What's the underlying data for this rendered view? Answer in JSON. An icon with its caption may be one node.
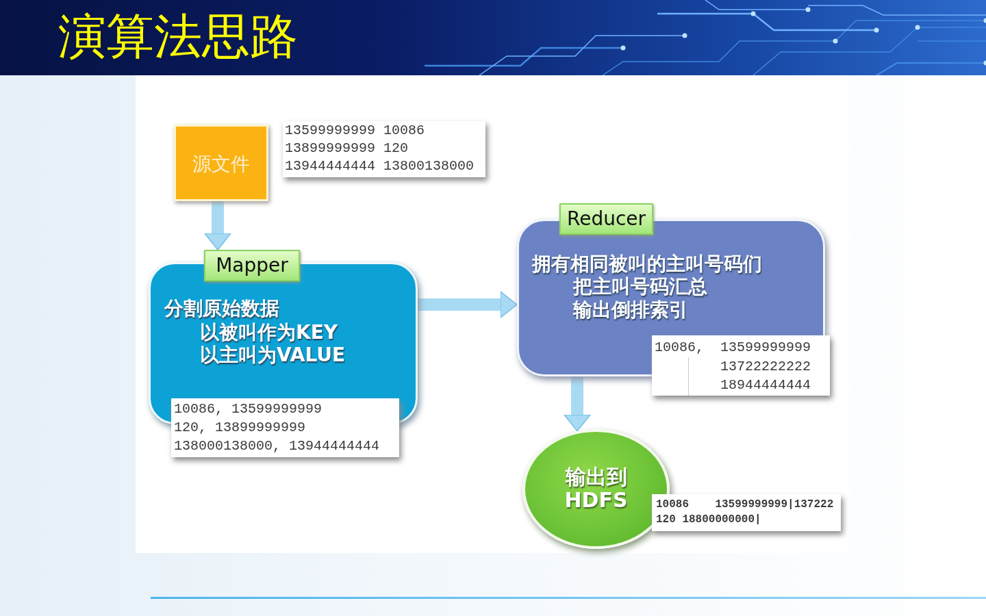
{
  "diagram": {
    "title": "演算法思路",
    "nodes": [
      {
        "text": [
          "源文件"
        ]
      },
      {
        "text": [
          "13599999999 10086",
          "13899999999 120",
          "13944444444 13800138000"
        ]
      },
      {
        "text": [
          "Mapper"
        ]
      },
      {
        "text": [
          "分割原始数据",
          "以被叫作为KEY",
          "以主叫为VALUE"
        ]
      },
      {
        "text": [
          "10086, 13599999999",
          "120, 13899999999",
          "138000138000, 13944444444"
        ]
      },
      {
        "text": [
          "Reducer"
        ]
      },
      {
        "text": [
          "拥有相同被叫的主叫号码们",
          "把主叫号码汇总",
          "输出倒排索引"
        ]
      },
      {
        "text": [
          "10086,",
          "13599999999",
          "13722222222",
          "18944444444"
        ]
      },
      {
        "text": [
          "输出到",
          "HDFS"
        ]
      },
      {
        "text": [
          "10086    13599999999|137222",
          "120 18800000000|"
        ]
      }
    ],
    "edges": [
      {
        "from": 0,
        "to": 2,
        "arrow": "to"
      },
      {
        "from": 3,
        "to": 6,
        "arrow": "to"
      },
      {
        "from": 6,
        "to": 8,
        "arrow": "to"
      }
    ]
  }
}
